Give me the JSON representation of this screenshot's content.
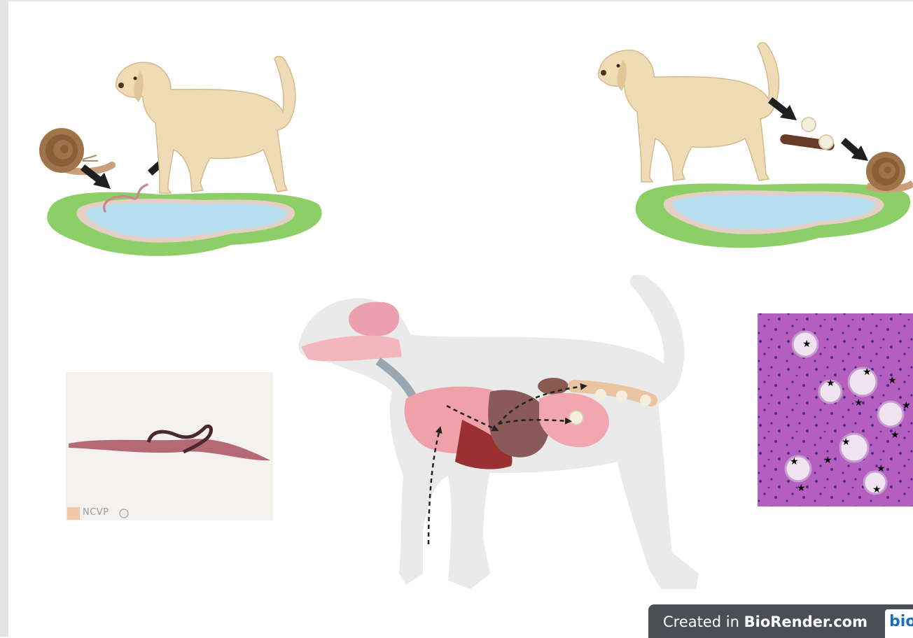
{
  "watermark": {
    "label": "NCVP"
  },
  "credit": {
    "prefix": "Created in ",
    "brand": "BioRender.com",
    "badge": "bio"
  },
  "colors": {
    "dog_fur": "#efdcb4",
    "pond_grass": "#8ccf66",
    "pond_water": "#b7dff0",
    "snail_shell": "#a0744a",
    "histology": "#b45fc0",
    "worm": "#b46a74",
    "badge_bg": "#4b4f54",
    "badge_accent": "#1b6fb8"
  }
}
